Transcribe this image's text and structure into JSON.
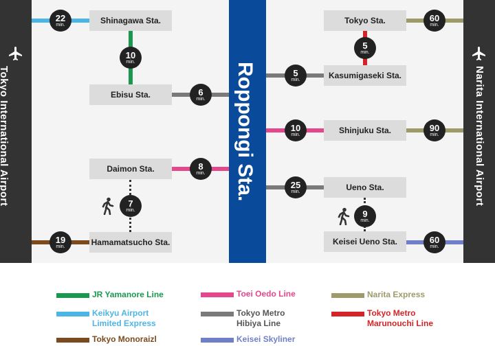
{
  "center": {
    "name": "Roppongi Sta."
  },
  "airports": {
    "left": {
      "name": "Tokyo International Airport",
      "icon": "airplane-icon"
    },
    "right": {
      "name": "Narita International Airport",
      "icon": "airplane-icon"
    }
  },
  "stations": {
    "shinagawa": "Shinagawa Sta.",
    "ebisu": "Ebisu Sta.",
    "daimon": "Daimon Sta.",
    "hamamatsucho": "Hamamatsucho Sta.",
    "tokyo": "Tokyo Sta.",
    "kasumigaseki": "Kasumigaseki Sta.",
    "shinjuku": "Shinjuku Sta.",
    "ueno": "Ueno Sta.",
    "keisei_ueno": "Keisei Ueno Sta."
  },
  "times": {
    "haneda_shinagawa": "22",
    "shinagawa_ebisu": "10",
    "ebisu_roppongi": "6",
    "daimon_roppongi": "8",
    "daimon_hamamatsucho": "7",
    "haneda_hamamatsucho": "19",
    "tokyo_narita": "60",
    "tokyo_kasumigaseki": "5",
    "kasumigaseki_roppongi": "5",
    "shinjuku_roppongi": "10",
    "shinjuku_narita": "90",
    "ueno_roppongi": "25",
    "ueno_keiseiueno": "9",
    "keiseiueno_narita": "60"
  },
  "unit": "min.",
  "lines": {
    "yamanote": {
      "label": "JR Yamanore Line",
      "color": "#1a9850"
    },
    "keikyu": {
      "label": "Keikyu Airport\nLimited Express",
      "color": "#4db5e6"
    },
    "monorail": {
      "label": "Tokyo Monoraizl",
      "color": "#7b4a1e"
    },
    "oedo": {
      "label": "Toei Oedo Line",
      "color": "#e3488c"
    },
    "hibiya": {
      "label": "Tokyo Metro\nHibiya Line",
      "color": "#7a7a7a"
    },
    "skyliner": {
      "label": "Keisei Skyliner",
      "color": "#7080c8"
    },
    "narita_express": {
      "label": "Narita Express",
      "color": "#9f9a6a"
    },
    "marunouchi": {
      "label": "Tokyo Metro\nMarunouchi Line",
      "color": "#d52427"
    }
  },
  "colors": {
    "airport_bar": "#333333",
    "center_bar": "#0a4a9a",
    "station_box": "#dcdcdc",
    "badge": "#222222"
  }
}
